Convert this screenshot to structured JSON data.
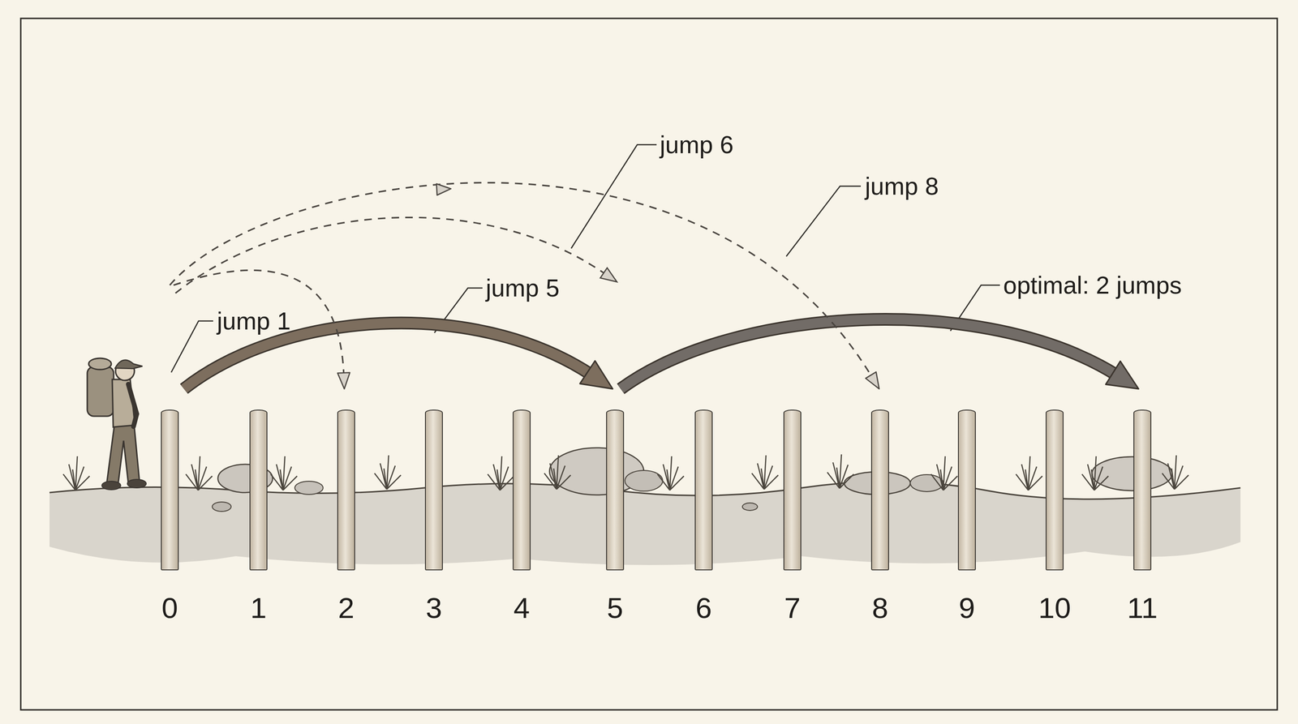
{
  "diagram": {
    "nodes": [
      {
        "text": [
          "0"
        ]
      },
      {
        "text": [
          "1"
        ]
      },
      {
        "text": [
          "2"
        ]
      },
      {
        "text": [
          "3"
        ]
      },
      {
        "text": [
          "4"
        ]
      },
      {
        "text": [
          "5"
        ]
      },
      {
        "text": [
          "6"
        ]
      },
      {
        "text": [
          "7"
        ]
      },
      {
        "text": [
          "8"
        ]
      },
      {
        "text": [
          "9"
        ]
      },
      {
        "text": [
          "10"
        ]
      },
      {
        "text": [
          "11"
        ]
      }
    ],
    "edges": [
      {
        "from": 0,
        "to": 5,
        "arrow": "to"
      },
      {
        "from": 5,
        "to": 11,
        "arrow": "to"
      },
      {
        "from": 0,
        "to": 2,
        "arrow": "to"
      },
      {
        "from": 0,
        "to": 8,
        "arrow": "to"
      }
    ],
    "labels": [
      "jump 1",
      "jump 5",
      "jump 6",
      "jump 8",
      "optimal: 2 jumps"
    ]
  }
}
